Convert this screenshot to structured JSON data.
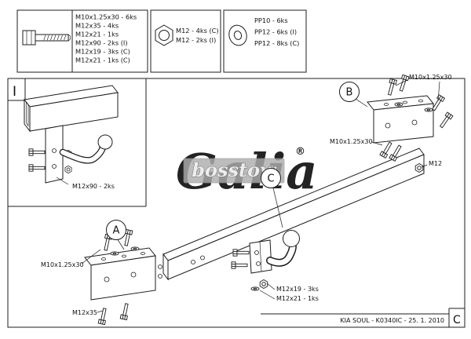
{
  "sheet": {
    "marker_inset": "I",
    "marker_detail": "C",
    "footer": "KIA SOUL - K0340IC - 25. 1. 2010"
  },
  "legend": {
    "bolts": [
      "M10x1.25x30 - 6ks",
      "M12x35 - 4ks",
      "M12x21 - 1ks",
      "M12x90 - 2ks (I)",
      "M12x19 - 3ks (C)",
      "M12x21 - 1ks (C)"
    ],
    "nuts": [
      "M12 - 4ks (C)",
      "M12 - 2ks (I)"
    ],
    "washers": [
      "PP10 - 6ks",
      "PP12 - 6ks (I)",
      "PP12 - 8ks (C)"
    ]
  },
  "callouts": {
    "a": "A",
    "b": "B",
    "c": "C"
  },
  "labels": {
    "inset_bolts": "M12x90 - 2ks",
    "bracket_b_top_bolts": "M10x1.25x30",
    "bracket_b_side_bolts": "M10x1.25x30",
    "bracket_b_nut": "M12",
    "bracket_a_top_bolts": "M10x1.25x30",
    "bracket_a_bottom_bolts": "M12x35",
    "ball_bolts_long": "M12x19 - 3ks",
    "ball_bolts_short": "M12x21 - 1ks"
  },
  "watermark": {
    "brand": "Galia",
    "registered": "®",
    "overlay": "bosstow"
  },
  "colors": {
    "line": "#1c1c1c",
    "brand_green": "#2f9e33",
    "overlay_gray": "#a6a6a6"
  }
}
